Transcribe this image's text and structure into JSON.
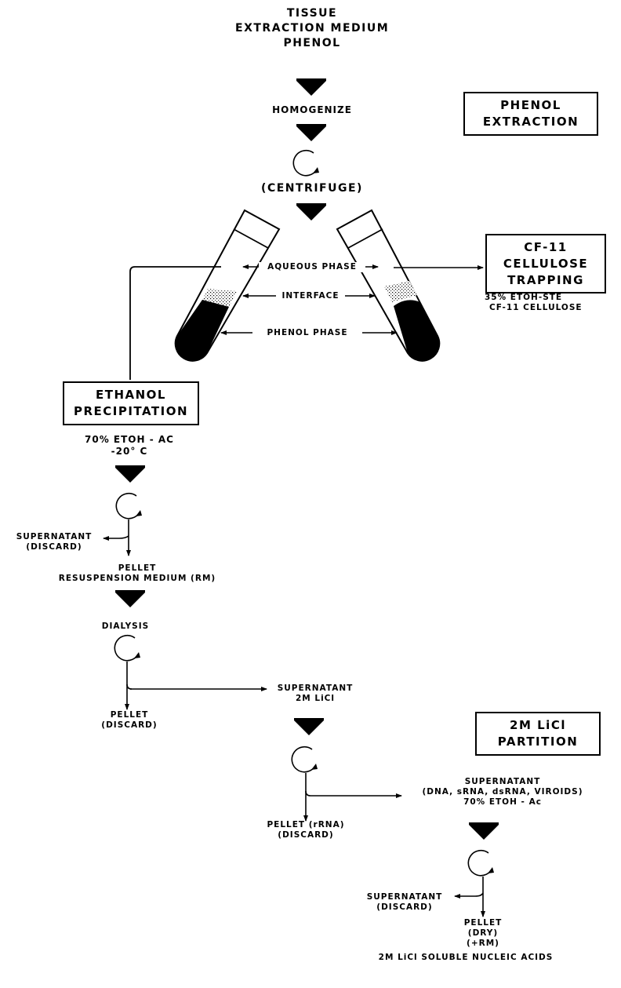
{
  "diagram": {
    "type": "flowchart",
    "colors": {
      "ink": "#000000",
      "background": "#ffffff"
    },
    "start": {
      "lines": [
        "TISSUE",
        "EXTRACTION MEDIUM",
        "PHENOL"
      ]
    },
    "steps": {
      "homogenize": "HOMOGENIZE",
      "centrifuge": "(CENTRIFUGE)",
      "dialysis": "DIALYSIS"
    },
    "section_boxes": {
      "phenol_extraction": [
        "PHENOL",
        "EXTRACTION"
      ],
      "cf11_trapping": [
        "CF-11",
        "CELLULOSE",
        "TRAPPING"
      ],
      "ethanol_precipitation": [
        "ETHANOL",
        "PRECIPITATION"
      ],
      "licl_partition": [
        "2M LiCl",
        "PARTITION"
      ]
    },
    "tube_labels": {
      "aqueous": "AQUEOUS PHASE",
      "interface": "INTERFACE",
      "phenol": "PHENOL PHASE"
    },
    "cf11_conditions": [
      "35% ETOH-STE",
      "CF-11 CELLULOSE"
    ],
    "ethanol_conditions": [
      "70% ETOH - AC",
      "-20° C"
    ],
    "after_ethanol": {
      "supernatant": [
        "SUPERNATANT",
        "(DISCARD)"
      ],
      "pellet": [
        "PELLET",
        "RESUSPENSION MEDIUM (RM)"
      ]
    },
    "after_dialysis": {
      "pellet": [
        "PELLET",
        "(DISCARD)"
      ],
      "supernatant": [
        "SUPERNATANT",
        "2M LiCl"
      ]
    },
    "after_licl": {
      "pellet": [
        "PELLET (rRNA)",
        "(DISCARD)"
      ],
      "supernatant": [
        "SUPERNATANT",
        "(DNA, sRNA, dsRNA, VIROIDS)",
        "70% ETOH - Ac"
      ]
    },
    "final": {
      "supernatant": [
        "SUPERNATANT",
        "(DISCARD)"
      ],
      "pellet": [
        "PELLET",
        "(DRY)",
        "(+RM)"
      ],
      "product": "2M LiCl SOLUBLE NUCLEIC ACIDS"
    },
    "icons": {
      "step_arrow": "down-arrow-icon",
      "centrifuge": "centrifuge-rotation-icon",
      "tube": "test-tube-icon"
    }
  }
}
